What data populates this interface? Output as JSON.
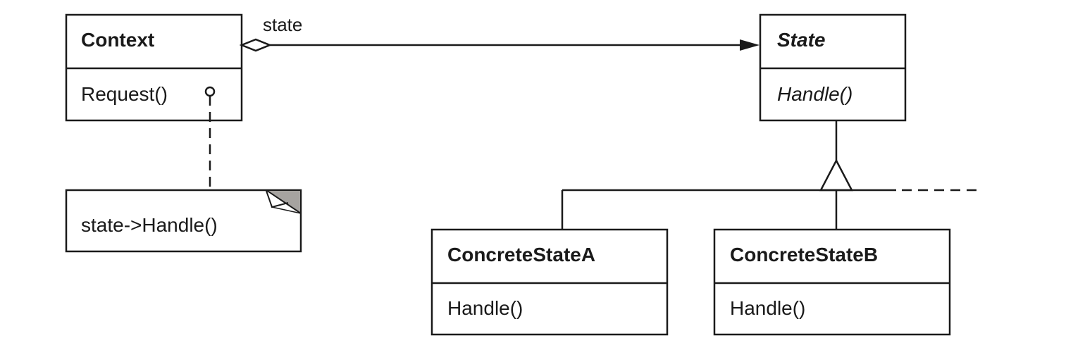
{
  "classes": {
    "context": {
      "name": "Context",
      "operation": "Request()"
    },
    "state": {
      "name": "State",
      "operation": "Handle()"
    },
    "concrete_a": {
      "name": "ConcreteStateA",
      "operation": "Handle()"
    },
    "concrete_b": {
      "name": "ConcreteStateB",
      "operation": "Handle()"
    }
  },
  "association": {
    "role_label": "state"
  },
  "note": {
    "text": "state->Handle()"
  },
  "colors": {
    "stroke": "#1a1a1a",
    "note_fold": "#a6a3a0",
    "background": "#ffffff"
  }
}
